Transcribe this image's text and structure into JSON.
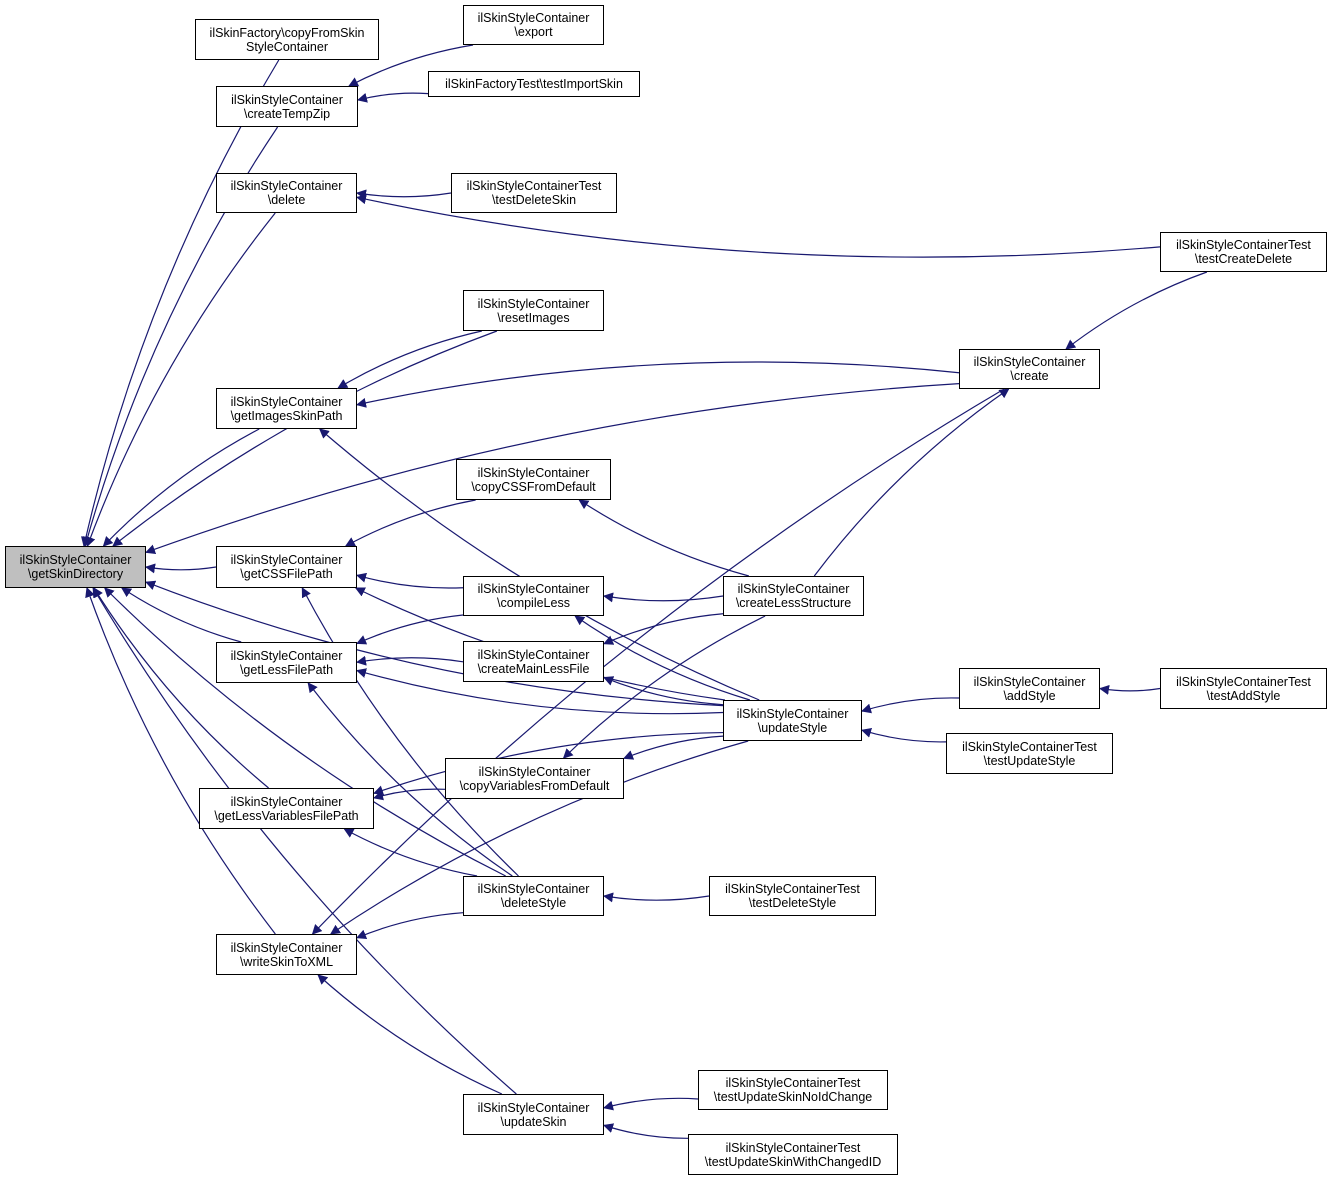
{
  "colors": {
    "edge": "#191970",
    "node_border": "#000000",
    "focus_fill": "#bfbfbf",
    "node_fill": "#ffffff"
  },
  "nodes": [
    {
      "id": "n0",
      "lines": [
        "ilSkinStyleContainer",
        "\\getSkinDirectory"
      ],
      "focus": true
    },
    {
      "id": "n1",
      "lines": [
        "ilSkinFactory\\copyFromSkin",
        "StyleContainer"
      ]
    },
    {
      "id": "n2",
      "lines": [
        "ilSkinStyleContainer",
        "\\createTempZip"
      ]
    },
    {
      "id": "n3",
      "lines": [
        "ilSkinStyleContainer",
        "\\delete"
      ]
    },
    {
      "id": "n4",
      "lines": [
        "ilSkinStyleContainer",
        "\\getImagesSkinPath"
      ]
    },
    {
      "id": "n5",
      "lines": [
        "ilSkinStyleContainer",
        "\\getCSSFilePath"
      ]
    },
    {
      "id": "n6",
      "lines": [
        "ilSkinStyleContainer",
        "\\getLessFilePath"
      ]
    },
    {
      "id": "n7",
      "lines": [
        "ilSkinStyleContainer",
        "\\getLessVariablesFilePath"
      ]
    },
    {
      "id": "n8",
      "lines": [
        "ilSkinStyleContainer",
        "\\writeSkinToXML"
      ]
    },
    {
      "id": "n9",
      "lines": [
        "ilSkinStyleContainer",
        "\\export"
      ]
    },
    {
      "id": "n10",
      "lines": [
        "ilSkinFactoryTest\\testImportSkin"
      ]
    },
    {
      "id": "n11",
      "lines": [
        "ilSkinStyleContainerTest",
        "\\testDeleteSkin"
      ]
    },
    {
      "id": "n12",
      "lines": [
        "ilSkinStyleContainer",
        "\\resetImages"
      ]
    },
    {
      "id": "n13",
      "lines": [
        "ilSkinStyleContainer",
        "\\copyCSSFromDefault"
      ]
    },
    {
      "id": "n14",
      "lines": [
        "ilSkinStyleContainer",
        "\\compileLess"
      ]
    },
    {
      "id": "n15",
      "lines": [
        "ilSkinStyleContainer",
        "\\createMainLessFile"
      ]
    },
    {
      "id": "n16",
      "lines": [
        "ilSkinStyleContainer",
        "\\copyVariablesFromDefault"
      ]
    },
    {
      "id": "n17",
      "lines": [
        "ilSkinStyleContainer",
        "\\deleteStyle"
      ]
    },
    {
      "id": "n18",
      "lines": [
        "ilSkinStyleContainer",
        "\\updateSkin"
      ]
    },
    {
      "id": "n19",
      "lines": [
        "ilSkinStyleContainer",
        "\\createLessStructure"
      ]
    },
    {
      "id": "n20",
      "lines": [
        "ilSkinStyleContainer",
        "\\updateStyle"
      ]
    },
    {
      "id": "n21",
      "lines": [
        "ilSkinStyleContainerTest",
        "\\testDeleteStyle"
      ]
    },
    {
      "id": "n22",
      "lines": [
        "ilSkinStyleContainerTest",
        "\\testUpdateSkinNoIdChange"
      ]
    },
    {
      "id": "n23",
      "lines": [
        "ilSkinStyleContainerTest",
        "\\testUpdateSkinWithChangedID"
      ]
    },
    {
      "id": "n24",
      "lines": [
        "ilSkinStyleContainerTest",
        "\\testCreateDelete"
      ]
    },
    {
      "id": "n25",
      "lines": [
        "ilSkinStyleContainer",
        "\\create"
      ]
    },
    {
      "id": "n26",
      "lines": [
        "ilSkinStyleContainer",
        "\\addStyle"
      ]
    },
    {
      "id": "n27",
      "lines": [
        "ilSkinStyleContainerTest",
        "\\testUpdateStyle"
      ]
    },
    {
      "id": "n28",
      "lines": [
        "ilSkinStyleContainerTest",
        "\\testAddStyle"
      ]
    }
  ],
  "edges": [
    [
      "n1",
      "n0"
    ],
    [
      "n2",
      "n0"
    ],
    [
      "n3",
      "n0"
    ],
    [
      "n25",
      "n0"
    ],
    [
      "n12",
      "n0"
    ],
    [
      "n4",
      "n0"
    ],
    [
      "n5",
      "n0"
    ],
    [
      "n6",
      "n0"
    ],
    [
      "n7",
      "n0"
    ],
    [
      "n17",
      "n0"
    ],
    [
      "n8",
      "n0"
    ],
    [
      "n20",
      "n0"
    ],
    [
      "n18",
      "n0"
    ],
    [
      "n9",
      "n2"
    ],
    [
      "n10",
      "n2"
    ],
    [
      "n24",
      "n3"
    ],
    [
      "n11",
      "n3"
    ],
    [
      "n12",
      "n4"
    ],
    [
      "n25",
      "n4"
    ],
    [
      "n20",
      "n4"
    ],
    [
      "n13",
      "n5"
    ],
    [
      "n20",
      "n5"
    ],
    [
      "n14",
      "n5"
    ],
    [
      "n17",
      "n5"
    ],
    [
      "n14",
      "n6"
    ],
    [
      "n15",
      "n6"
    ],
    [
      "n20",
      "n6"
    ],
    [
      "n17",
      "n6"
    ],
    [
      "n16",
      "n7"
    ],
    [
      "n20",
      "n7"
    ],
    [
      "n17",
      "n7"
    ],
    [
      "n17",
      "n8"
    ],
    [
      "n20",
      "n8"
    ],
    [
      "n25",
      "n8"
    ],
    [
      "n18",
      "n8"
    ],
    [
      "n19",
      "n13"
    ],
    [
      "n19",
      "n14"
    ],
    [
      "n20",
      "n14"
    ],
    [
      "n19",
      "n15"
    ],
    [
      "n20",
      "n15"
    ],
    [
      "n19",
      "n16"
    ],
    [
      "n20",
      "n16"
    ],
    [
      "n21",
      "n17"
    ],
    [
      "n22",
      "n18"
    ],
    [
      "n23",
      "n18"
    ],
    [
      "n24",
      "n25"
    ],
    [
      "n19",
      "n25"
    ],
    [
      "n26",
      "n20"
    ],
    [
      "n27",
      "n20"
    ],
    [
      "n28",
      "n26"
    ]
  ]
}
